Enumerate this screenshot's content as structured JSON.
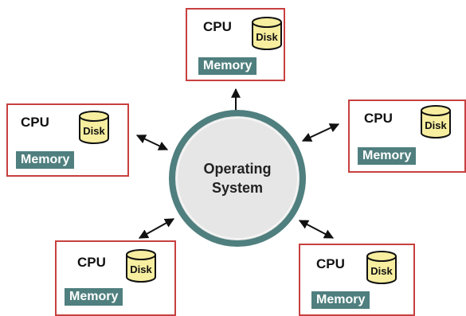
{
  "os": {
    "line1": "Operating",
    "line2": "System"
  },
  "nodes": [
    {
      "cpu": "CPU",
      "disk": "Disk",
      "memory": "Memory"
    },
    {
      "cpu": "CPU",
      "disk": "Disk",
      "memory": "Memory"
    },
    {
      "cpu": "CPU",
      "disk": "Disk",
      "memory": "Memory"
    },
    {
      "cpu": "CPU",
      "disk": "Disk",
      "memory": "Memory"
    },
    {
      "cpu": "CPU",
      "disk": "Disk",
      "memory": "Memory"
    }
  ],
  "colors": {
    "node_border": "#c7403f",
    "memory_fill": "#4f7f7e",
    "disk_fill": "#f7eea0",
    "os_ring": "#4f7f7e",
    "os_fill": "#e6e6e6"
  }
}
